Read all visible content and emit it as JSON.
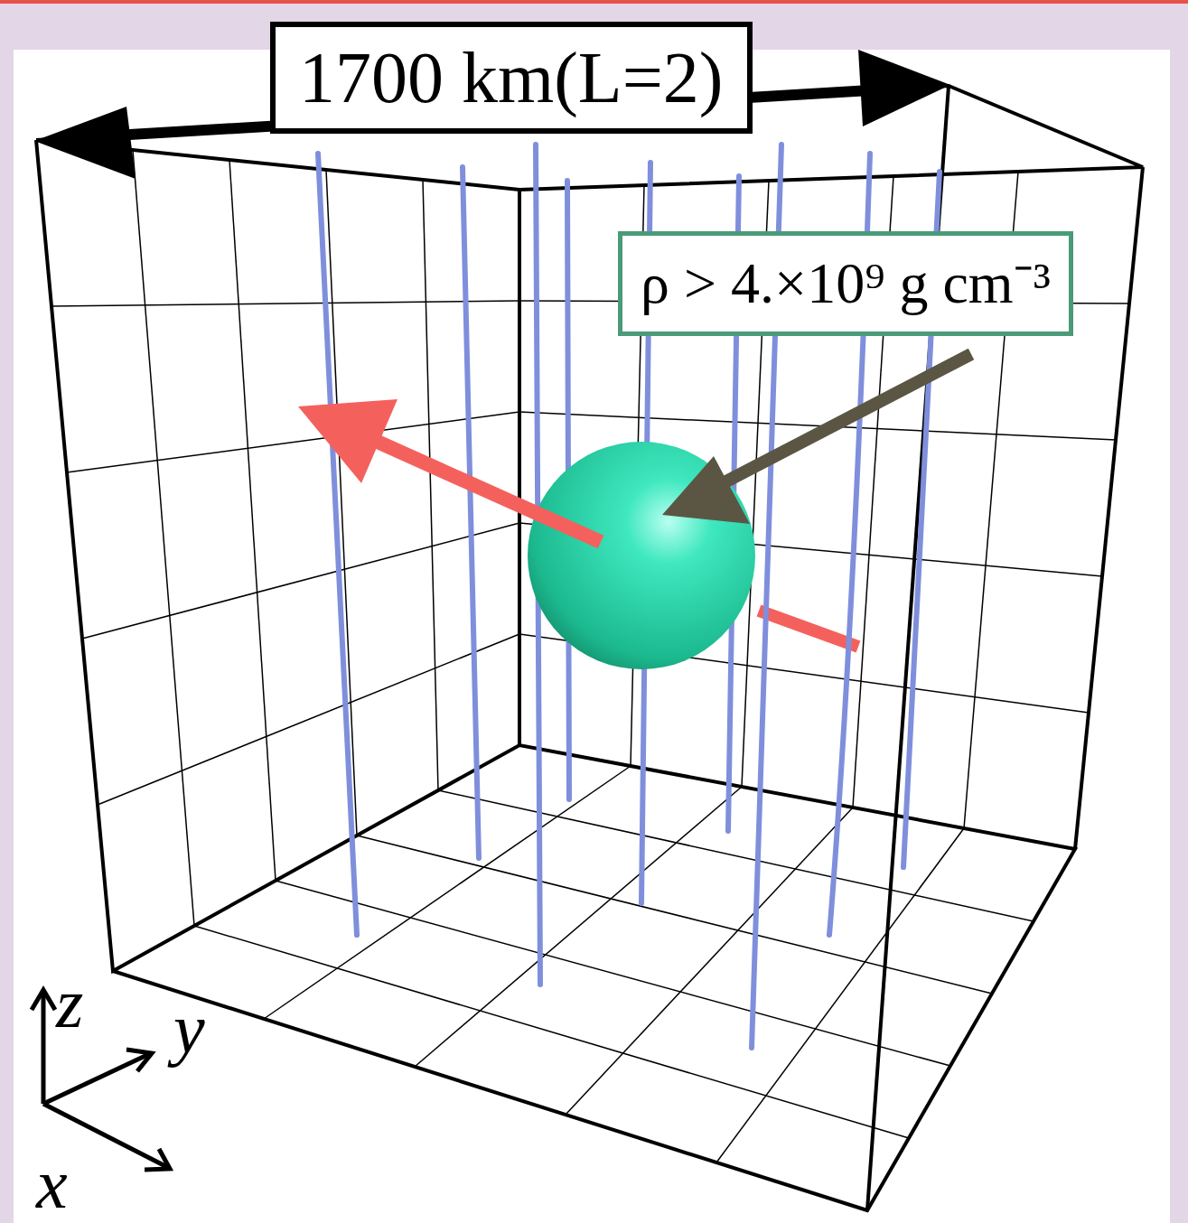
{
  "diagram": {
    "nodes": [
      {
        "text": [
          "1700 km(L=2)"
        ]
      },
      {
        "text": [
          "ρ > 4.×10⁹ g cm⁻³"
        ]
      }
    ],
    "labels": [
      "z",
      "y",
      "x"
    ]
  }
}
